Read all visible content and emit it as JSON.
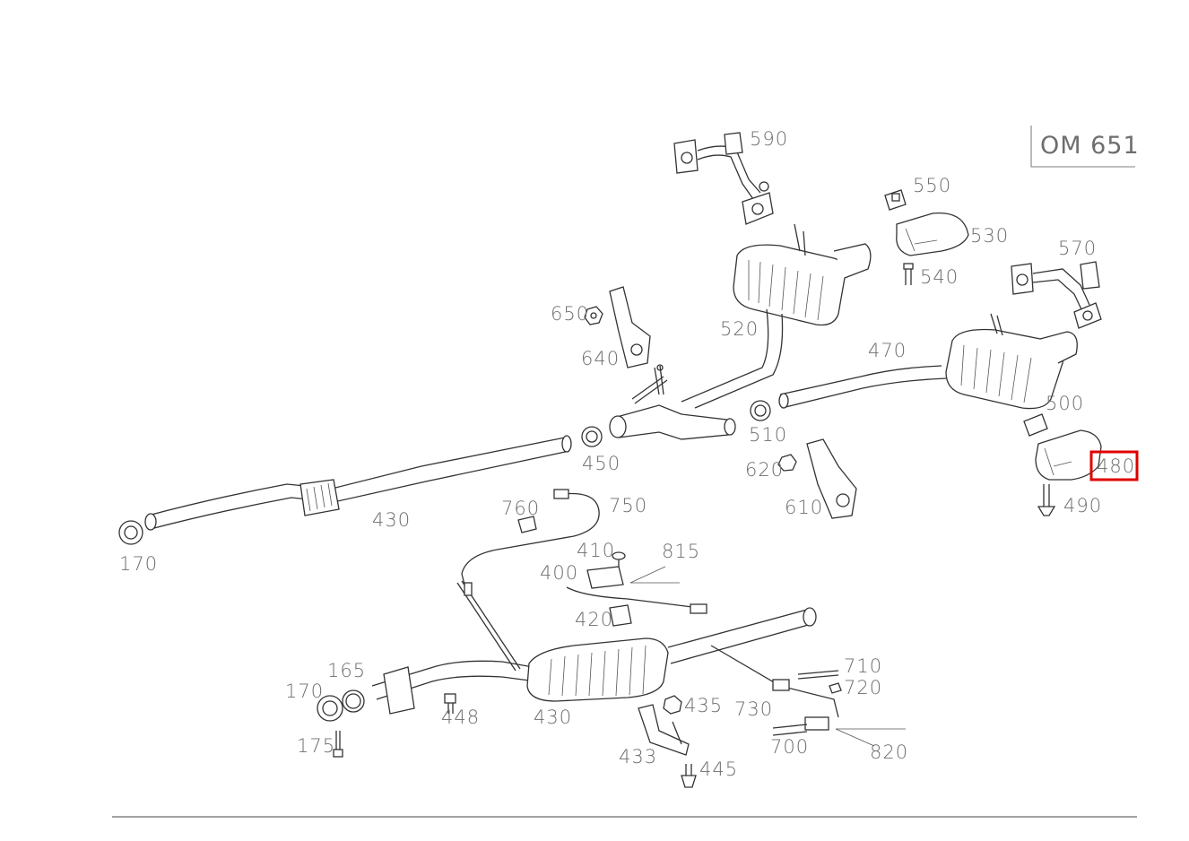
{
  "engine_code": "OM 651",
  "highlight": {
    "part": "480",
    "color": "#e00000"
  },
  "colors": {
    "label": "#6e6e6e",
    "line": "#333333",
    "highlight": "#e00000"
  },
  "labels": {
    "p590": "590",
    "p550": "550",
    "p530": "530",
    "p540": "540",
    "p570": "570",
    "p650": "650",
    "p640": "640",
    "p520": "520",
    "p470": "470",
    "p500": "500",
    "p480": "480",
    "p490": "490",
    "p510": "510",
    "p450": "450",
    "p620": "620",
    "p610": "610",
    "p430a": "430",
    "p170a": "170",
    "p760": "760",
    "p750": "750",
    "p410": "410",
    "p815": "815",
    "p400": "400",
    "p420": "420",
    "p165": "165",
    "p170b": "170",
    "p448": "448",
    "p430b": "430",
    "p435": "435",
    "p730": "730",
    "p710": "710",
    "p720": "720",
    "p175": "175",
    "p433": "433",
    "p445": "445",
    "p700": "700",
    "p820": "820"
  }
}
